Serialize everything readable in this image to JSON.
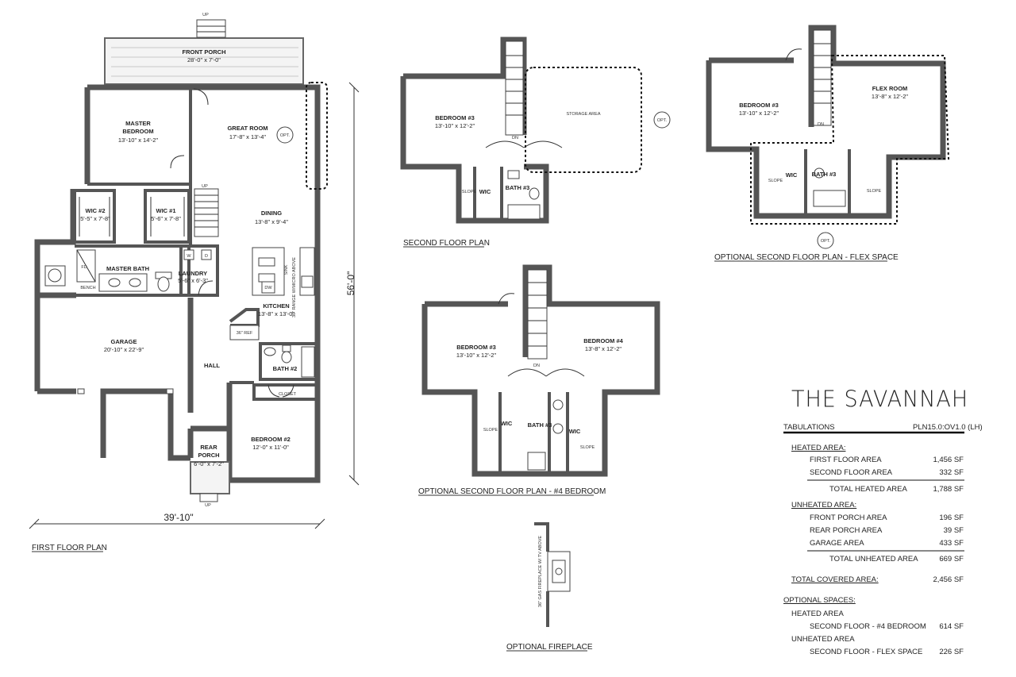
{
  "brand": "THE SAVANNAH",
  "plan_titles": {
    "first_floor": "FIRST FLOOR PLAN",
    "second_floor": "SECOND FLOOR PLAN",
    "opt_flex": "OPTIONAL SECOND FLOOR PLAN - FLEX SPACE",
    "opt_bedroom": "OPTIONAL SECOND FLOOR PLAN - #4 BEDROOM",
    "opt_fireplace": "OPTIONAL FIREPLACE"
  },
  "first_floor": {
    "front_porch": {
      "name": "FRONT PORCH",
      "size": "28'-0\" x 7'-0\""
    },
    "master_bedroom": {
      "name1": "MASTER",
      "name2": "BEDROOM",
      "size": "13'-10\" x 14'-2\""
    },
    "great_room": {
      "name": "GREAT ROOM",
      "size": "17'-8\" x 13'-4\""
    },
    "opt": "OPT.",
    "wic2": {
      "name": "WIC #2",
      "size": "5'-5\" x 7'-8\""
    },
    "wic1": {
      "name": "WIC #1",
      "size": "5'-6\" x 7'-8\""
    },
    "dining": {
      "name": "DINING",
      "size": "13'-8\" x 9'-4\""
    },
    "master_bath": "MASTER BATH",
    "fd": "FD",
    "bench": "BENCH",
    "laundry": {
      "name": "LAUNDRY",
      "size": "5'-6\" x 6'-3\""
    },
    "sink": "SINK",
    "dw": "DW",
    "range": "30\" RANGE W/MICRO ABOVE",
    "kitchen": {
      "name": "KITCHEN",
      "size": "13'-8\" x 13'-0\""
    },
    "ref": "36\" REF",
    "garage": {
      "name": "GARAGE",
      "size": "20'-10\" x 22'-9\""
    },
    "hall": "HALL",
    "bath2": "BATH #2",
    "closet": "CLOSET",
    "bedroom2": {
      "name": "BEDROOM #2",
      "size": "12'-0\" x 11'-0\""
    },
    "rear_porch": {
      "name1": "REAR",
      "name2": "PORCH",
      "size": "6'-0\" x 7'-2\""
    },
    "up": "UP",
    "w": "W",
    "d": "D",
    "dim_depth": "56'-0\"",
    "dim_width": "39'-10\""
  },
  "second_floor": {
    "bedroom3": {
      "name": "BEDROOM #3",
      "size": "13'-10\" x 12'-2\""
    },
    "storage": "STORAGE AREA",
    "opt": "OPT.",
    "dn": "DN",
    "slope": "SLOPE",
    "wic": "WIC",
    "bath3": "BATH #3"
  },
  "flex_plan": {
    "bedroom3": {
      "name": "BEDROOM #3",
      "size": "13'-10\" x 12'-2\""
    },
    "flex_room": {
      "name": "FLEX ROOM",
      "size": "13'-8\" x 12'-2\""
    },
    "dn": "DN",
    "wic": "WIC",
    "bath3": "BATH #3",
    "slope": "SLOPE",
    "opt": "OPT."
  },
  "bed4_plan": {
    "bedroom3": {
      "name": "BEDROOM #3",
      "size": "13'-10\" x 12'-2\""
    },
    "bedroom4": {
      "name": "BEDROOM #4",
      "size": "13'-8\" x 12'-2\""
    },
    "dn": "DN",
    "wic": "WIC",
    "bath3": "BATH #3",
    "slope": "SLOPE"
  },
  "fireplace": {
    "note": "36\" GAS FIREPLACE W/ TV ABOVE"
  },
  "tabulations": {
    "header": "TABULATIONS",
    "plan_code": "PLN15.0:OV1.0 (LH)",
    "heated_title": "HEATED AREA:",
    "heated_rows": [
      {
        "label": "FIRST FLOOR AREA",
        "value": "1,456 SF"
      },
      {
        "label": "SECOND FLOOR AREA",
        "value": "332 SF"
      }
    ],
    "total_heated": {
      "label": "TOTAL HEATED AREA",
      "value": "1,788 SF"
    },
    "unheated_title": "UNHEATED AREA:",
    "unheated_rows": [
      {
        "label": "FRONT PORCH AREA",
        "value": "196 SF"
      },
      {
        "label": "REAR PORCH AREA",
        "value": "39 SF"
      },
      {
        "label": "GARAGE AREA",
        "value": "433 SF"
      }
    ],
    "total_unheated": {
      "label": "TOTAL UNHEATED AREA",
      "value": "669 SF"
    },
    "total_covered": {
      "label": "TOTAL COVERED AREA:",
      "value": "2,456 SF"
    },
    "optional_title": "OPTIONAL SPACES:",
    "opt_heated_title": "HEATED AREA",
    "opt_heated_row": {
      "label": "SECOND FLOOR - #4 BEDROOM",
      "value": "614 SF"
    },
    "opt_unheated_title": "UNHEATED AREA",
    "opt_unheated_row": {
      "label": "SECOND FLOOR - FLEX SPACE",
      "value": "226 SF"
    }
  }
}
